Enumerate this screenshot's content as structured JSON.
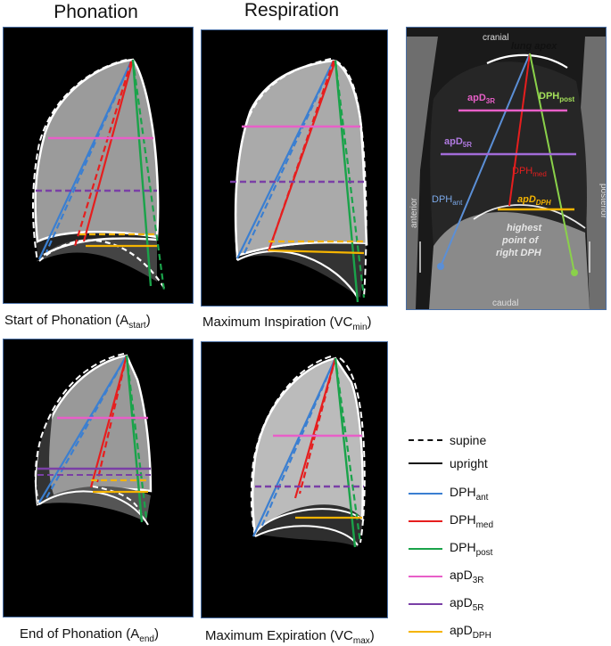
{
  "headers": {
    "left": "Phonation",
    "right": "Respiration"
  },
  "captions": {
    "a_start": {
      "text": "Start of Phonation (A",
      "sub": "start",
      "close": ")"
    },
    "vc_min": {
      "text": "Maximum Inspiration (VC",
      "sub": "min",
      "close": ")"
    },
    "a_end": {
      "text": "End of Phonation (A",
      "sub": "end",
      "close": ")"
    },
    "vc_max": {
      "text": "Maximum Expiration (VC",
      "sub": "max",
      "close": ")"
    }
  },
  "legend": {
    "supine": "supine",
    "upright": "upright",
    "items": [
      {
        "base": "DPH",
        "sub": "ant",
        "color": "#3b7fd1"
      },
      {
        "base": "DPH",
        "sub": "med",
        "color": "#e61e1e"
      },
      {
        "base": "DPH",
        "sub": "post",
        "color": "#1aa34a"
      },
      {
        "base": "apD",
        "sub": "3R",
        "color": "#e85fc8"
      },
      {
        "base": "apD",
        "sub": "5R",
        "color": "#7a3fa6"
      },
      {
        "base": "apD",
        "sub": "DPH",
        "color": "#f5b400"
      }
    ]
  },
  "mri": {
    "cranial": "cranial",
    "caudal": "caudal",
    "anterior": "anterior",
    "posterior": "posterior",
    "lung_apex": "lung apex",
    "highest_1": "highest",
    "highest_2": "point of",
    "highest_3": "right DPH",
    "apd3r": {
      "base": "apD",
      "sub": "3R"
    },
    "apd5r": {
      "base": "apD",
      "sub": "5R"
    },
    "dphpost": {
      "base": "DPH",
      "sub": "post"
    },
    "dphmed": {
      "base": "DPH",
      "sub": "med"
    },
    "dphant": {
      "base": "DPH",
      "sub": "ant"
    },
    "apddph": {
      "base": "apD",
      "sub": "DPH"
    }
  }
}
